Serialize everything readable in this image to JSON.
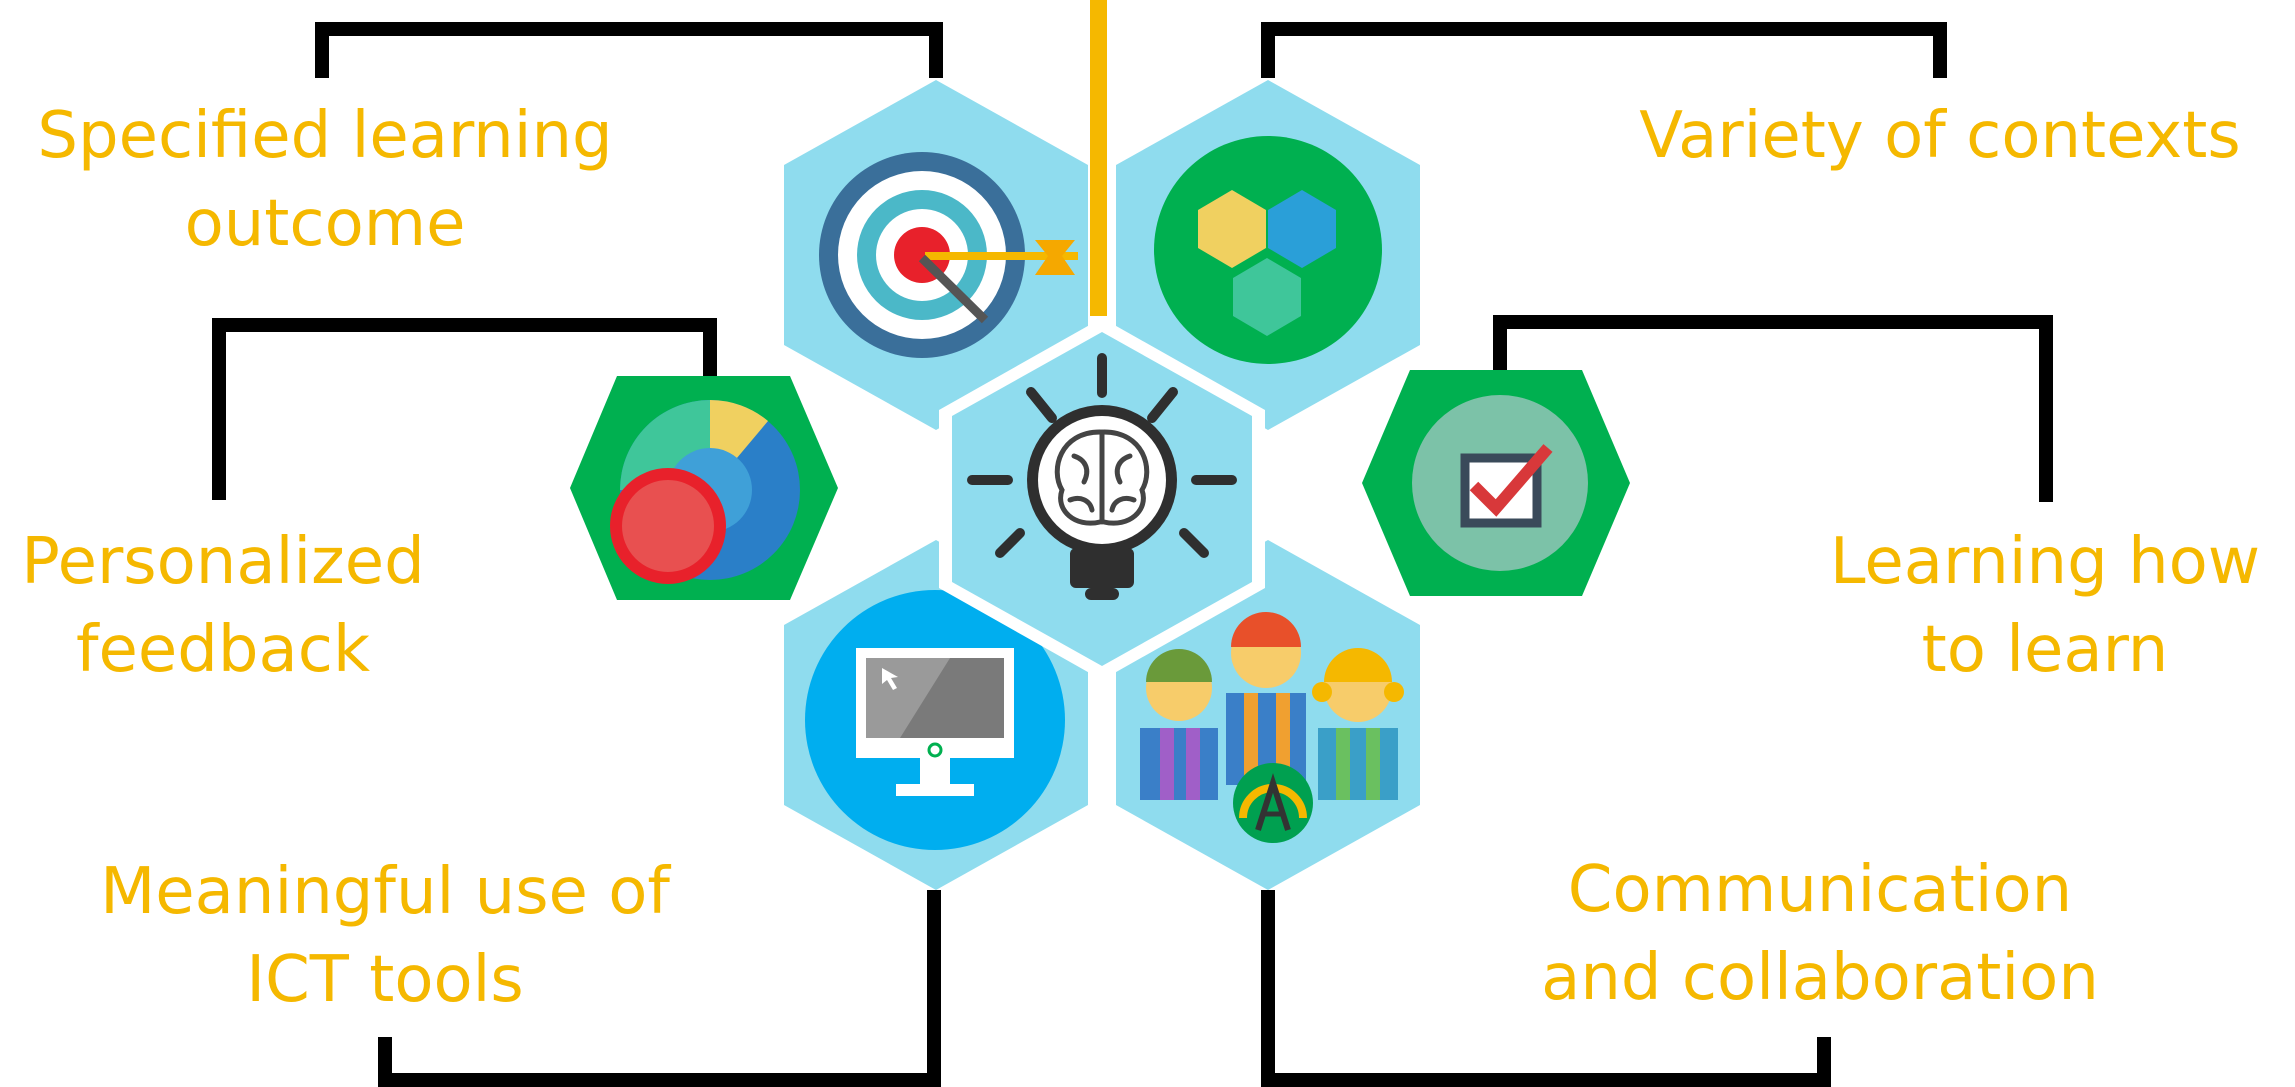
{
  "colors": {
    "label_text": "#f5b800",
    "connector": "#000000",
    "hex_light_blue": "#8fdcee",
    "hex_green": "#00b050",
    "center_spine": "#f5b800"
  },
  "labels": {
    "specified_learning_outcome": {
      "line1": "Specified learning",
      "line2": "outcome"
    },
    "variety_of_contexts": {
      "line1": "Variety of contexts"
    },
    "personalized_feedback": {
      "line1": "Personalized",
      "line2": "feedback"
    },
    "learning_how_to_learn": {
      "line1": "Learning how",
      "line2": "to learn"
    },
    "meaningful_use_of_ict_tools": {
      "line1": "Meaningful use of",
      "line2": "ICT tools"
    },
    "communication_and_collaboration": {
      "line1": "Communication",
      "line2": "and collaboration"
    }
  },
  "icons": {
    "center": "lightbulb-brain-icon",
    "top_left": "target-arrow-icon",
    "top_right": "hexagon-cluster-icon",
    "left": "pie-chart-icon",
    "right": "checkbox-icon",
    "bottom_left": "computer-monitor-icon",
    "bottom_right": "students-group-icon"
  }
}
